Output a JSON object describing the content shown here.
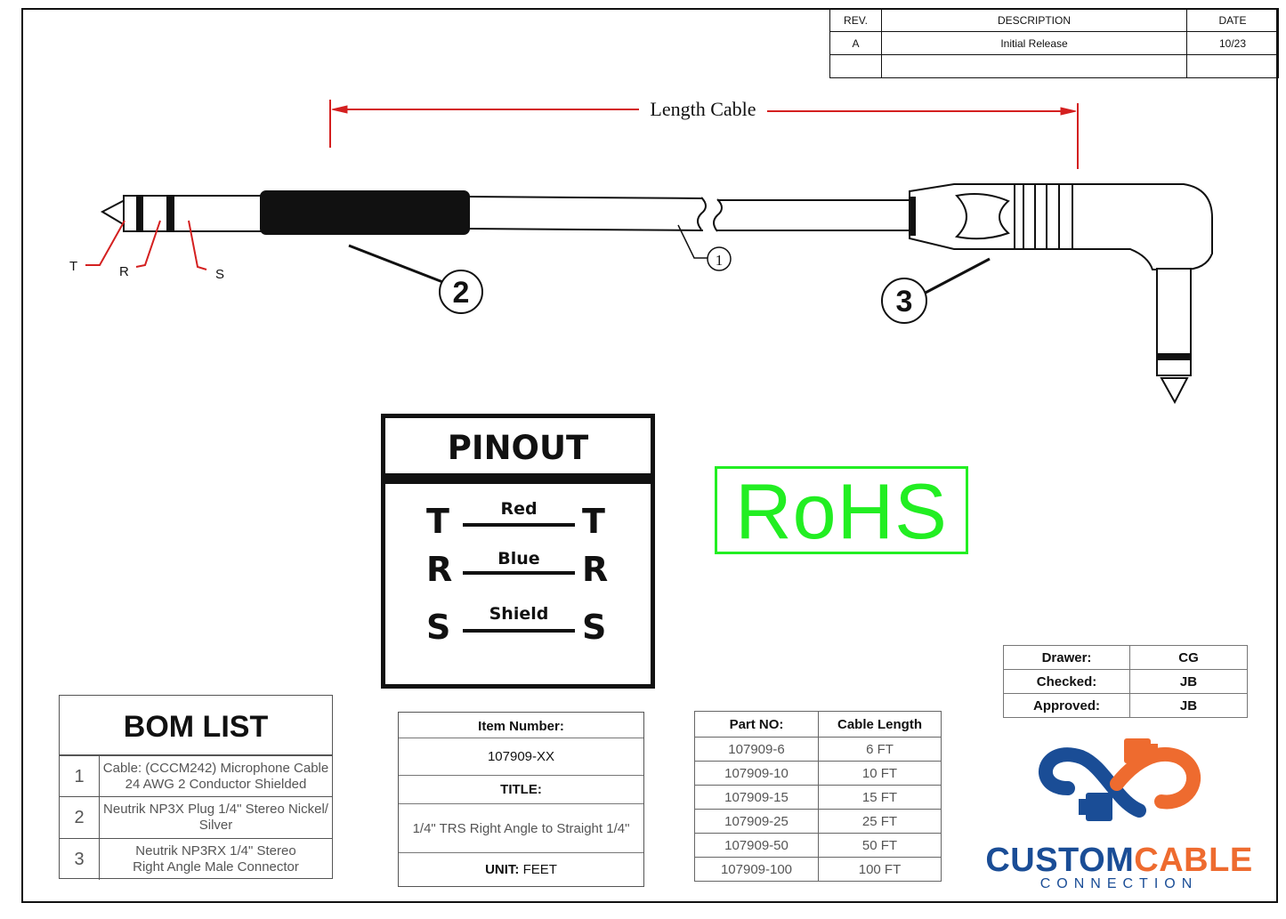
{
  "revision_table": {
    "headers": [
      "REV.",
      "DESCRIPTION",
      "DATE"
    ],
    "rows": [
      [
        "A",
        "Initial Release",
        "10/23"
      ],
      [
        "",
        "",
        ""
      ]
    ]
  },
  "drawing": {
    "length_label": "Length Cable",
    "pin_labels": [
      "T",
      "R",
      "S"
    ],
    "callouts": [
      "1",
      "2",
      "3"
    ]
  },
  "pinout": {
    "title": "PINOUT",
    "rows": [
      {
        "left": "T",
        "wire": "Red",
        "right": "T"
      },
      {
        "left": "R",
        "wire": "Blue",
        "right": "R"
      },
      {
        "left": "S",
        "wire": "Shield",
        "right": "S"
      }
    ]
  },
  "rohs": {
    "label": "RoHS",
    "color": "#22ee22"
  },
  "bom": {
    "title": "BOM LIST",
    "items": [
      {
        "num": "1",
        "line1": "Cable: (CCCM242) Microphone Cable",
        "line2": "24 AWG 2 Conductor Shielded"
      },
      {
        "num": "2",
        "line1": "Neutrik NP3X Plug 1/4\" Stereo Nickel/",
        "line2": "Silver"
      },
      {
        "num": "3",
        "line1": "Neutrik NP3RX 1/4\" Stereo",
        "line2": "Right Angle Male Connector"
      }
    ]
  },
  "item_info": {
    "item_number_label": "Item Number:",
    "item_number": "107909-XX",
    "title_label": "TITLE:",
    "title": "1/4\" TRS Right Angle to Straight 1/4\"",
    "unit_label": "UNIT:",
    "unit": "FEET"
  },
  "part_table": {
    "headers": [
      "Part NO:",
      "Cable Length"
    ],
    "rows": [
      [
        "107909-6",
        "6 FT"
      ],
      [
        "107909-10",
        "10 FT"
      ],
      [
        "107909-15",
        "15 FT"
      ],
      [
        "107909-25",
        "25 FT"
      ],
      [
        "107909-50",
        "50 FT"
      ],
      [
        "107909-100",
        "100 FT"
      ]
    ]
  },
  "approvals": [
    {
      "label": "Drawer:",
      "value": "CG"
    },
    {
      "label": "Checked:",
      "value": "JB"
    },
    {
      "label": "Approved:",
      "value": "JB"
    }
  ],
  "brand": {
    "name_part1": "CUSTOM",
    "name_part2": "CABLE",
    "subtitle": "CONNECTION",
    "color_primary": "#1a4d96",
    "color_accent": "#ee6b2f"
  },
  "icons": [
    "custom-cable-logo-icon"
  ]
}
